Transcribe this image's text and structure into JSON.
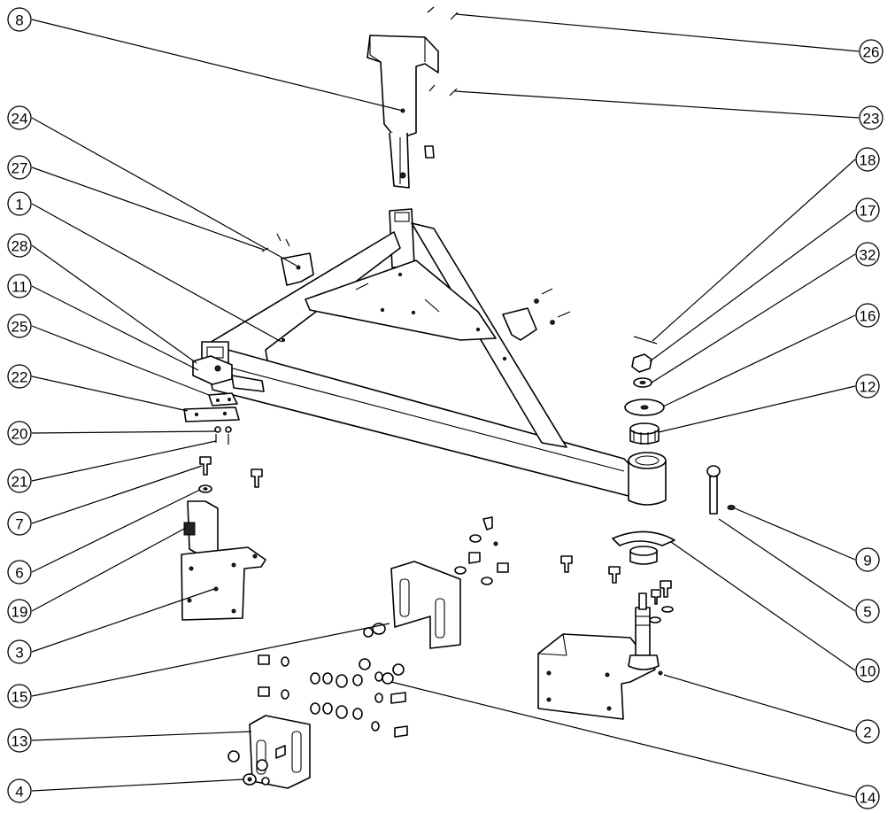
{
  "callouts": [
    {
      "id": "c8",
      "label": "8"
    },
    {
      "id": "c24",
      "label": "24"
    },
    {
      "id": "c27",
      "label": "27"
    },
    {
      "id": "c1",
      "label": "1"
    },
    {
      "id": "c28",
      "label": "28"
    },
    {
      "id": "c11",
      "label": "11"
    },
    {
      "id": "c25",
      "label": "25"
    },
    {
      "id": "c22",
      "label": "22"
    },
    {
      "id": "c20",
      "label": "20"
    },
    {
      "id": "c21",
      "label": "21"
    },
    {
      "id": "c7",
      "label": "7"
    },
    {
      "id": "c6",
      "label": "6"
    },
    {
      "id": "c19",
      "label": "19"
    },
    {
      "id": "c3",
      "label": "3"
    },
    {
      "id": "c15",
      "label": "15"
    },
    {
      "id": "c13",
      "label": "13"
    },
    {
      "id": "c4",
      "label": "4"
    },
    {
      "id": "c26",
      "label": "26"
    },
    {
      "id": "c23",
      "label": "23"
    },
    {
      "id": "c18",
      "label": "18"
    },
    {
      "id": "c17",
      "label": "17"
    },
    {
      "id": "c32",
      "label": "32"
    },
    {
      "id": "c16",
      "label": "16"
    },
    {
      "id": "c12",
      "label": "12"
    },
    {
      "id": "c9",
      "label": "9"
    },
    {
      "id": "c5",
      "label": "5"
    },
    {
      "id": "c10",
      "label": "10"
    },
    {
      "id": "c2",
      "label": "2"
    },
    {
      "id": "c14",
      "label": "14"
    }
  ]
}
